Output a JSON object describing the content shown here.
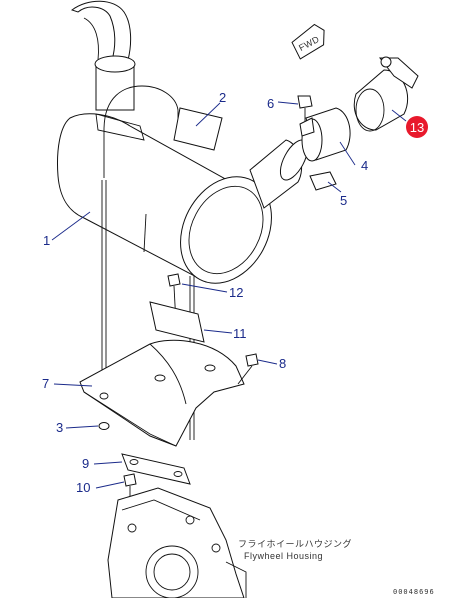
{
  "labels": {
    "p1": "1",
    "p2": "2",
    "p3": "3",
    "p4": "4",
    "p5": "5",
    "p6": "6",
    "p7": "7",
    "p8": "8",
    "p9": "9",
    "p10": "10",
    "p11": "11",
    "p12": "12",
    "p13": "13"
  },
  "fwd_tag": "FWD",
  "flywheel": {
    "jp": "フライホイールハウジング",
    "en": "Flywheel Housing"
  },
  "drawing_code": "00048696",
  "colors": {
    "callout_blue": "#1a2a8a",
    "highlight_red": "#e8192c"
  }
}
